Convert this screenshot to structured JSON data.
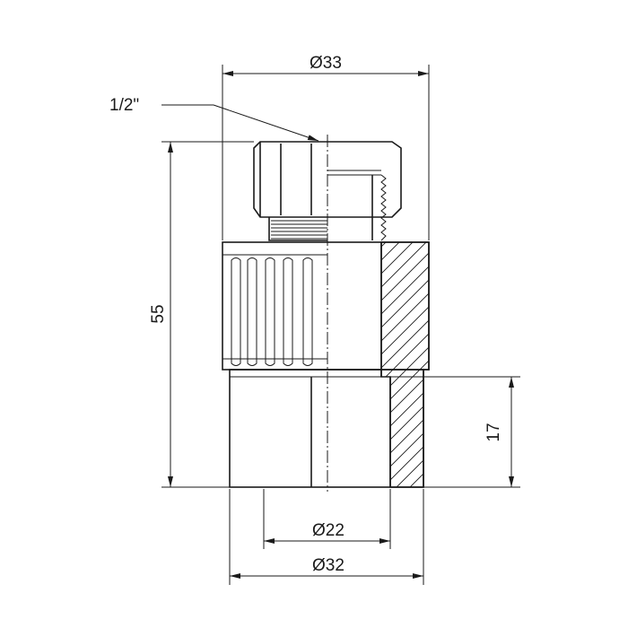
{
  "dimensions": {
    "outer_diameter_top": "Ø33",
    "thread_size": "1/2\"",
    "overall_length": "55",
    "socket_depth": "17",
    "inner_diameter": "Ø22",
    "outer_diameter_bottom": "Ø32"
  },
  "colors": {
    "line": "#1a1a1a",
    "background": "#ffffff"
  }
}
